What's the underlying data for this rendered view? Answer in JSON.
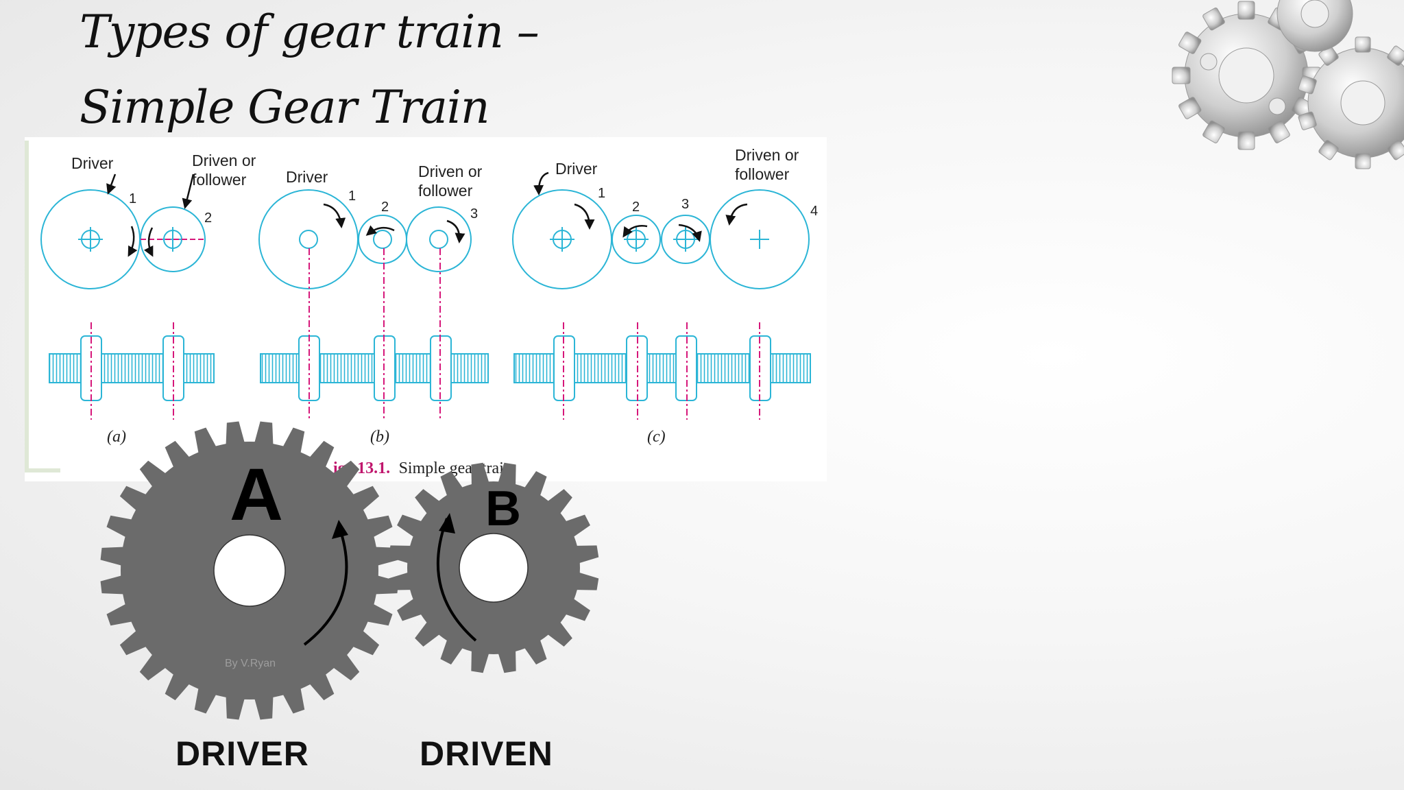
{
  "slide": {
    "title_line1": "Types of gear train –",
    "title_line2": "Simple Gear Train"
  },
  "figure": {
    "panels": [
      {
        "id": "a",
        "sublabel": "(a)",
        "driver_label": "Driver",
        "driven_label_1": "Driven or",
        "driven_label_2": "follower",
        "gear_numbers": [
          "1",
          "2"
        ]
      },
      {
        "id": "b",
        "sublabel": "(b)",
        "driver_label": "Driver",
        "driven_label_1": "Driven or",
        "driven_label_2": "follower",
        "gear_numbers": [
          "1",
          "2",
          "3"
        ]
      },
      {
        "id": "c",
        "sublabel": "(c)",
        "driver_label": "Driver",
        "driven_label_1": "Driven or",
        "driven_label_2": "follower",
        "gear_numbers": [
          "1",
          "2",
          "3",
          "4"
        ]
      }
    ],
    "caption_prefix": "ig.",
    "caption_number": "13.1.",
    "caption_text": "Simple gear train."
  },
  "gears": {
    "gear_a_letter": "A",
    "gear_b_letter": "B",
    "credit": "By V.Ryan",
    "driver_label": "DRIVER",
    "driven_label": "DRIVEN",
    "gear_color": "#6b6b6b"
  },
  "colors": {
    "line": "#2bb5d6",
    "centerline": "#d6177a"
  }
}
